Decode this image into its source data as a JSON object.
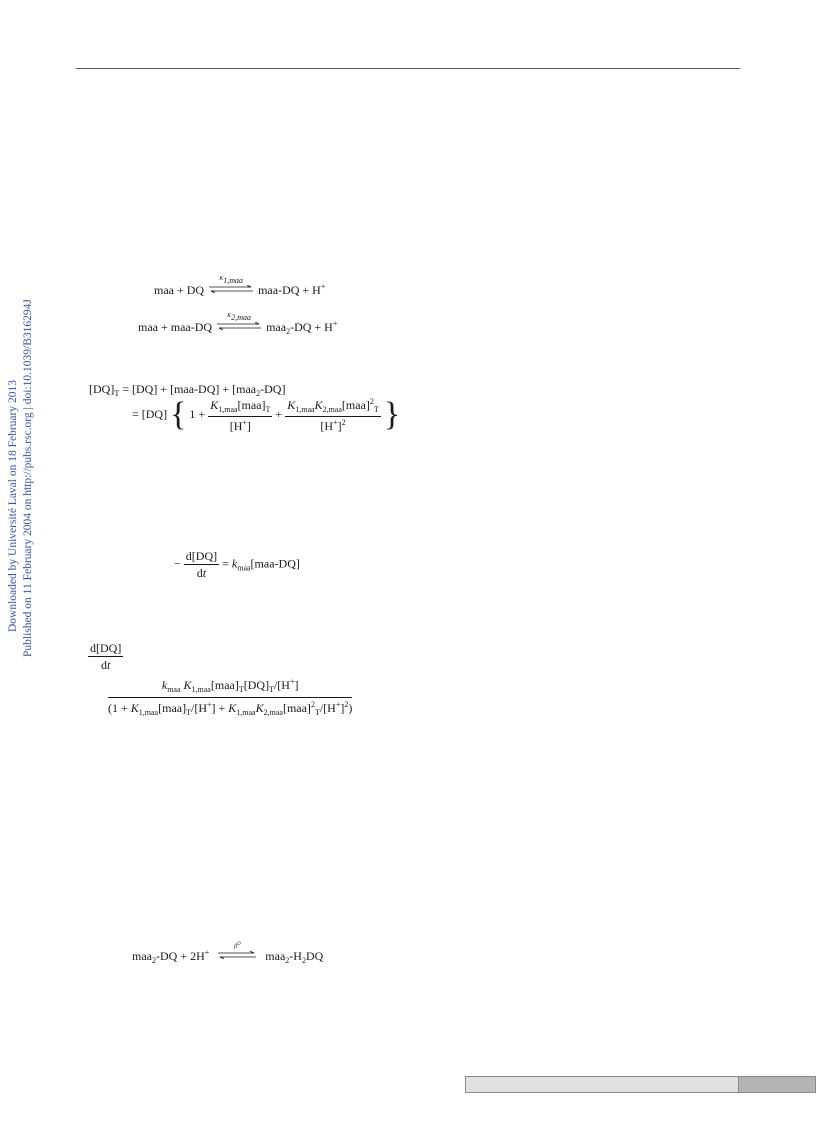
{
  "side_notes": {
    "downloaded": "Downloaded by Université Laval on 18 February 2013",
    "published": "Published on 11 February 2004 on http://pubs.rsc.org | doi:10.1039/B316294J"
  },
  "eq1": {
    "left": "maa + DQ",
    "k": "K",
    "k_sub": "1,maa",
    "right": "maa-DQ + H",
    "right_sup": "+"
  },
  "eq2": {
    "left": "maa + maa-DQ",
    "k": "K",
    "k_sub": "2,maa",
    "right_a": "maa",
    "right_a_sub": "2",
    "right_b": "-DQ + H",
    "right_b_sup": "+"
  },
  "eq3": {
    "line1_a": "[DQ]",
    "line1_a_sub": "T",
    "line1_b": " = [DQ] + [maa-DQ] + [maa",
    "line1_b_sub": "2",
    "line1_c": "-DQ]",
    "line2_a": "= [DQ]",
    "one_plus": "1 +",
    "f1_num_k": "K",
    "f1_num_k_sub": "1,maa",
    "f1_num_rest": "[maa]",
    "f1_num_rest_sub": "T",
    "f1_den": "[H",
    "f1_den_sup": "+",
    "f1_den_close": "]",
    "plus": "+",
    "f2_num_k1": "K",
    "f2_num_k1_sub": "1,maa",
    "f2_num_k2": "K",
    "f2_num_k2_sub": "2,maa",
    "f2_num_rest": "[maa]",
    "f2_num_rest_sup": "2",
    "f2_num_rest_sub": "T",
    "f2_den": "[H",
    "f2_den_sup": "+",
    "f2_den_close": "]",
    "f2_den_sup2": "2"
  },
  "eq4": {
    "minus": "−",
    "num": "d[DQ]",
    "den": "d",
    "den_t": "t",
    "eq": "= ",
    "k": "k",
    "k_sub": "maa",
    "rest": "[maa-DQ]"
  },
  "eq5": {
    "partial_num": "d[DQ]",
    "partial_den": "d",
    "partial_den_t": "t",
    "num_k": "k",
    "num_k_sub": "maa",
    "num_K": "K",
    "num_K_sub": "1,maa",
    "num_rest1": "[maa]",
    "num_rest1_sub": "T",
    "num_rest2": "[DQ]",
    "num_rest2_sub": "T",
    "num_rest3": "/[H",
    "num_rest3_sup": "+",
    "num_rest3_close": "]",
    "den_a": "(1 + ",
    "den_K1": "K",
    "den_K1_sub": "1,maa",
    "den_b": "[maa]",
    "den_b_sub": "T",
    "den_c": "/[H",
    "den_c_sup": "+",
    "den_d": "] + ",
    "den_K2": "K",
    "den_K2_sub": "1,maa",
    "den_K3": "K",
    "den_K3_sub": "2,maa",
    "den_e": "[maa]",
    "den_e_sup": "2",
    "den_e_sub": "T",
    "den_f": "/[H",
    "den_f_sup": "+",
    "den_g": "]",
    "den_g_sup": "2",
    "den_h": ")"
  },
  "eq6": {
    "left_a": "maa",
    "left_a_sub": "2",
    "left_b": "-DQ + 2H",
    "left_b_sup": "+",
    "k": "β",
    "k_sup": "D",
    "right_a": "maa",
    "right_a_sub": "2",
    "right_b": "-H",
    "right_b_sub": "2",
    "right_c": "DQ"
  }
}
